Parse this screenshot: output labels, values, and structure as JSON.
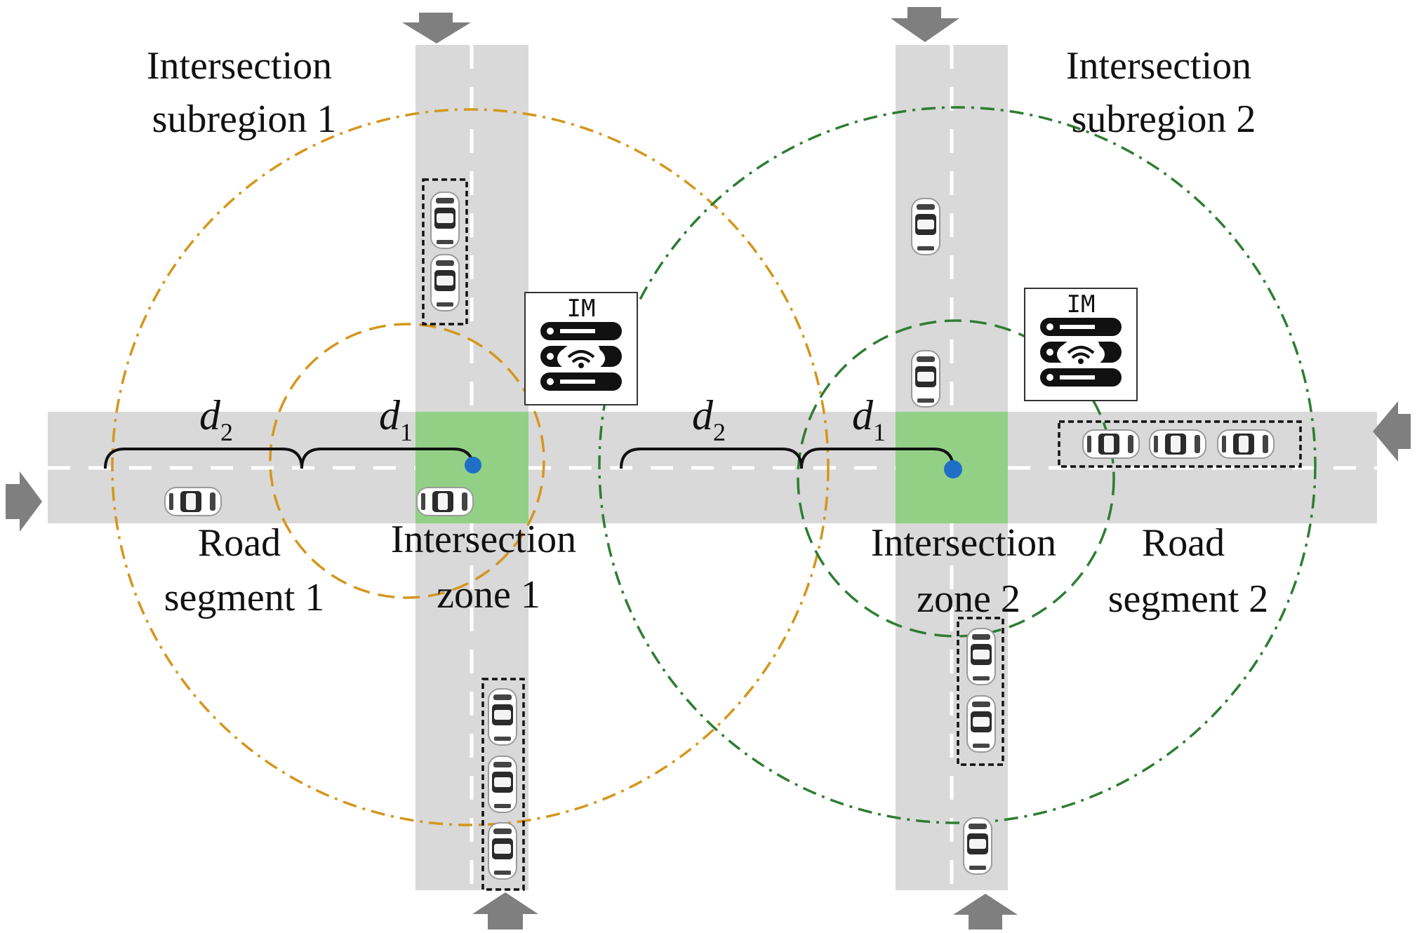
{
  "labels": {
    "subregion_1": [
      "Intersection",
      "subregion 1"
    ],
    "subregion_2": [
      "Intersection",
      "subregion 2"
    ],
    "zone_1": [
      "Intersection",
      "zone 1"
    ],
    "zone_2": [
      "Intersection",
      "zone 2"
    ],
    "segment_1": [
      "Road",
      "segment 1"
    ],
    "segment_2": [
      "Road",
      "segment 2"
    ]
  },
  "distances": {
    "d1": {
      "letter": "d",
      "sub": "1"
    },
    "d2": {
      "letter": "d",
      "sub": "2"
    }
  },
  "manager": {
    "label": "IM"
  },
  "icons": {
    "manager": "server-cloud-icon",
    "vehicle": "car-icon",
    "flow": "arrow-icon",
    "center": "intersection-center-dot"
  },
  "colors": {
    "road": "#d9d9d9",
    "lane_marking": "#ffffff",
    "intersection_zone": "#92d086",
    "subregion_1": "#d4961c",
    "subregion_2": "#2e7d32",
    "center_dot": "#1f6fc7",
    "arrow": "#7f7f7f"
  }
}
